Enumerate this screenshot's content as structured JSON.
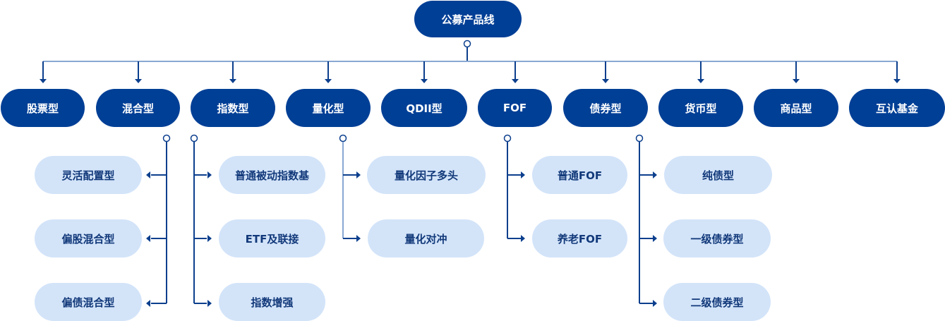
{
  "root": {
    "label": "公募产品线"
  },
  "categories": [
    {
      "label": "股票型",
      "children": []
    },
    {
      "label": "混合型",
      "children": [
        "灵活配置型",
        "偏股混合型",
        "偏债混合型"
      ]
    },
    {
      "label": "指数型",
      "children": [
        "普通被动指数基",
        "ETF及联接",
        "指数增强"
      ]
    },
    {
      "label": "量化型",
      "children": [
        "量化因子多头",
        "量化对冲"
      ]
    },
    {
      "label": "QDII型",
      "children": []
    },
    {
      "label": "FOF",
      "children": [
        "普通FOF",
        "养老FOF"
      ]
    },
    {
      "label": "债券型",
      "children": [
        "纯债型",
        "一级债券型",
        "二级债券型"
      ]
    },
    {
      "label": "货币型",
      "children": []
    },
    {
      "label": "商品型",
      "children": []
    },
    {
      "label": "互认基金",
      "children": []
    }
  ],
  "colors": {
    "primary": "#003f96",
    "secondary": "#d3e4f9",
    "connector": "#0c3f8d",
    "bus": "#8aa8d2"
  }
}
